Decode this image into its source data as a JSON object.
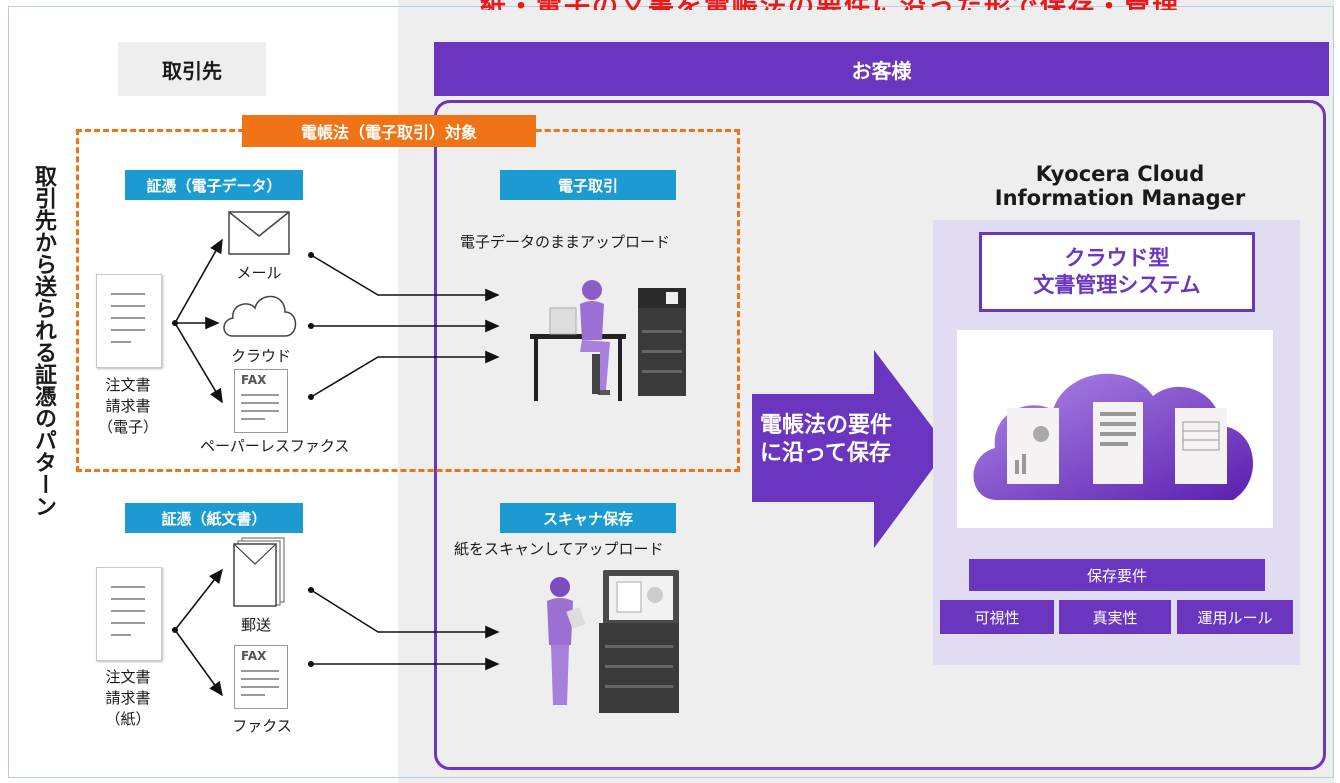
{
  "top_banner": "紙・電子の文書を電帳法の要件に沿った形で保存・管理",
  "headers": {
    "partner": "取引先",
    "customer": "お客様"
  },
  "vertical_title": "取引先から送られる証憑のパターン",
  "scope_label": "電帳法（電子取引）対象",
  "electronic": {
    "label": "証憑（電子データ）",
    "doc_text": [
      "注文書",
      "請求書",
      "（電子）"
    ],
    "channels": [
      "メール",
      "クラウド",
      "ペーパーレスファクス"
    ],
    "fax_icon_text": "FAX"
  },
  "paper": {
    "label": "証憑（紙文書）",
    "doc_text": [
      "注文書",
      "請求書",
      "（紙）"
    ],
    "channels": [
      "郵送",
      "ファクス"
    ],
    "fax_icon_text": "FAX"
  },
  "e_transaction": {
    "label": "電子取引",
    "description": "電子データのままアップロード"
  },
  "scanner_save": {
    "label": "スキャナ保存",
    "description": "紙をスキャンしてアップロード"
  },
  "big_arrow": [
    "電帳法の要件",
    "に沿って保存"
  ],
  "kcim": {
    "title": [
      "Kyocera Cloud",
      "Information Manager"
    ],
    "subtitle": [
      "クラウド型",
      "文書管理システム"
    ],
    "requirements_label": "保存要件",
    "requirements": [
      "可視性",
      "真実性",
      "運用ルール"
    ]
  },
  "colors": {
    "purple": "#6a36c0",
    "orange": "#f07415",
    "blue": "#1b9bd1",
    "red": "#e8191a"
  }
}
